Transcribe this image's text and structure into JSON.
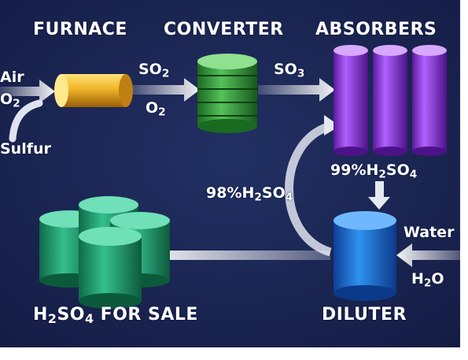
{
  "stages": {
    "furnace": "FURNACE",
    "converter": "CONVERTER",
    "absorbers": "ABSORBERS",
    "diluter": "DILUTER"
  },
  "inputs": {
    "air": "Air",
    "o2": "O",
    "o2_sub": "2",
    "sulfur": "Sulfur",
    "water": "Water",
    "h2o_h": "H",
    "h2o_sub": "2",
    "h2o_o": "O"
  },
  "streams": {
    "so2_main": "SO",
    "so2_sub": "2",
    "o2_main": "O",
    "o2_sub": "2",
    "so3_main": "SO",
    "so3_sub": "3",
    "pct99": "99%",
    "pct98": "98%",
    "h2so4_h": "H",
    "h2so4_sub2": "2",
    "h2so4_so": "SO",
    "h2so4_sub4": "4"
  },
  "product": {
    "h": "H",
    "sub2": "2",
    "so": "SO",
    "sub4": "4",
    "suffix": "FOR SALE"
  },
  "colors": {
    "background": "#1a2452",
    "frame": "#ffffff",
    "furnace": "#e8a21c",
    "converter": "#2f9a3a",
    "absorbers": "#8a2fd0",
    "diluter": "#1b6fd0",
    "storage": "#1f9a70",
    "arrow": "#e8eaf2"
  }
}
